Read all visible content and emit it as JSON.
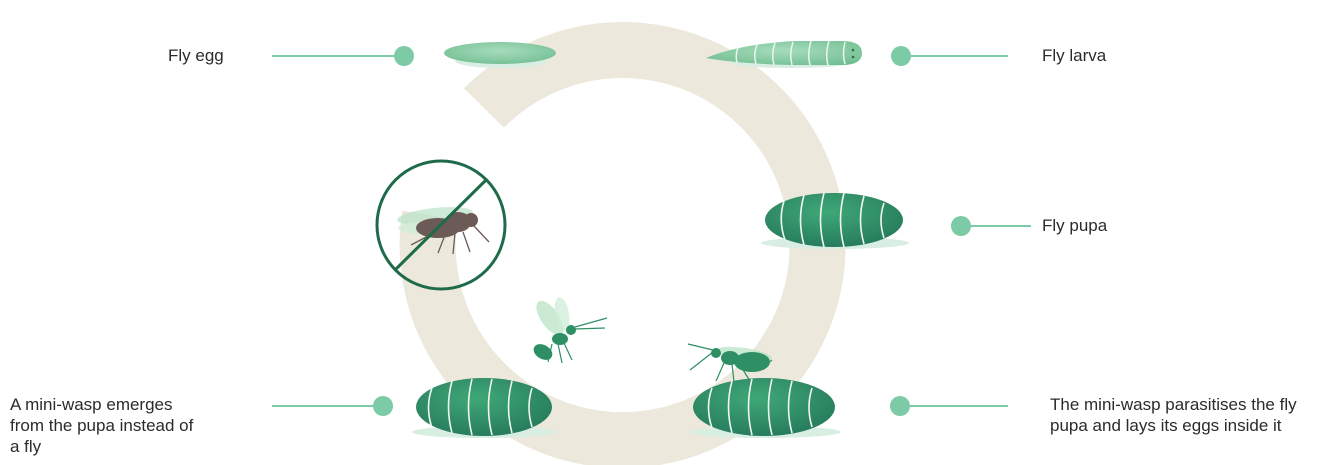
{
  "labels": {
    "fly_egg": "Fly egg",
    "fly_larva": "Fly larva",
    "fly_pupa": "Fly pupa",
    "wasp_emerges": "A mini-wasp emerges from the pupa instead of a fly",
    "wasp_parasitises": "The mini-wasp parasitises the fly pupa and lays its eggs inside it"
  },
  "colors": {
    "ring": "#ede8dc",
    "connector": "#7ccba6",
    "pupa_dark": "#2e8f64",
    "egg_light": "#8ecfa8",
    "forbidden": "#1e6b4a",
    "fly_body": "#6b5a55"
  },
  "icons": [
    "fly-egg-icon",
    "fly-larva-icon",
    "fly-pupa-icon",
    "no-fly-icon",
    "mini-wasp-icon"
  ]
}
